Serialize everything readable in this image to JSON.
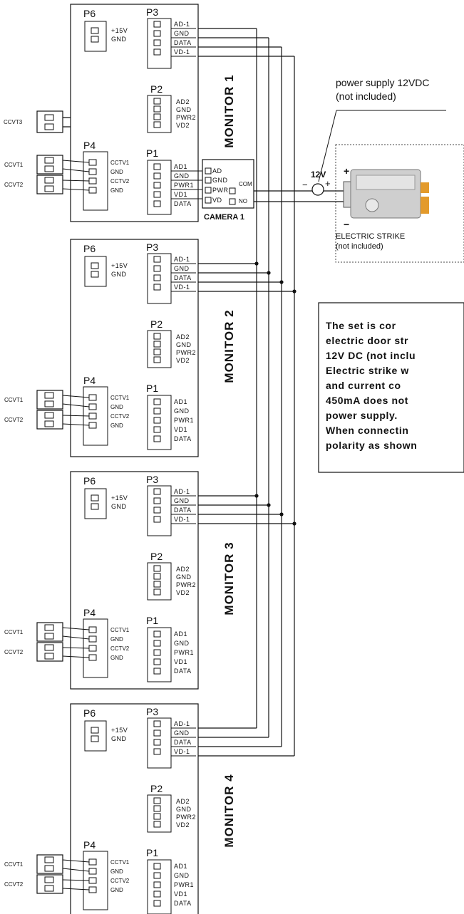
{
  "power_supply": {
    "line1": "power supply 12VDC",
    "line2": "(not included)",
    "voltage": "12V",
    "minus": "−",
    "plus": "+"
  },
  "strike": {
    "line1": "ELECTRIC STRIKE",
    "line2": "(not included)",
    "plus": "+",
    "minus": "−"
  },
  "camera": {
    "title": "CAMERA 1",
    "pins": [
      "AD",
      "GND",
      "PWR",
      "VD"
    ],
    "com": "COM",
    "no": "NO"
  },
  "note": {
    "lines": [
      "The set is cor",
      "electric door str",
      "12V DC (not inclu",
      "Electric strike w",
      "and current co",
      "450mA does not",
      "power supply.",
      "When connectin",
      "polarity as shown"
    ]
  },
  "monitors": [
    {
      "title": "MONITOR 1",
      "p6": "P6",
      "p6_pins": [
        "+15V",
        "GND"
      ],
      "p3": "P3",
      "p3_pins": [
        "AD-1",
        "GND",
        "DATA",
        "VD-1"
      ],
      "p2": "P2",
      "p2_pins": [
        "AD2",
        "GND",
        "PWR2",
        "VD2"
      ],
      "p1": "P1",
      "p1_pins": [
        "AD1",
        "GND",
        "PWR1",
        "VD1",
        "DATA"
      ],
      "p4": "P4",
      "p4_pins": [
        "CCTV1",
        "GND",
        "CCTV2",
        "GND"
      ]
    },
    {
      "title": "MONITOR 2",
      "p6": "P6",
      "p6_pins": [
        "+15V",
        "GND"
      ],
      "p3": "P3",
      "p3_pins": [
        "AD-1",
        "GND",
        "DATA",
        "VD-1"
      ],
      "p2": "P2",
      "p2_pins": [
        "AD2",
        "GND",
        "PWR2",
        "VD2"
      ],
      "p1": "P1",
      "p1_pins": [
        "AD1",
        "GND",
        "PWR1",
        "VD1",
        "DATA"
      ],
      "p4": "P4",
      "p4_pins": [
        "CCTV1",
        "GND",
        "CCTV2",
        "GND"
      ]
    },
    {
      "title": "MONITOR 3",
      "p6": "P6",
      "p6_pins": [
        "+15V",
        "GND"
      ],
      "p3": "P3",
      "p3_pins": [
        "AD-1",
        "GND",
        "DATA",
        "VD-1"
      ],
      "p2": "P2",
      "p2_pins": [
        "AD2",
        "GND",
        "PWR2",
        "VD2"
      ],
      "p1": "P1",
      "p1_pins": [
        "AD1",
        "GND",
        "PWR1",
        "VD1",
        "DATA"
      ],
      "p4": "P4",
      "p4_pins": [
        "CCTV1",
        "GND",
        "CCTV2",
        "GND"
      ]
    },
    {
      "title": "MONITOR 4",
      "p6": "P6",
      "p6_pins": [
        "+15V",
        "GND"
      ],
      "p3": "P3",
      "p3_pins": [
        "AD-1",
        "GND",
        "DATA",
        "VD-1"
      ],
      "p2": "P2",
      "p2_pins": [
        "AD2",
        "GND",
        "PWR2",
        "VD2"
      ],
      "p1": "P1",
      "p1_pins": [
        "AD1",
        "GND",
        "PWR1",
        "VD1",
        "DATA"
      ],
      "p4": "P4",
      "p4_pins": [
        "CCTV1",
        "GND",
        "CCTV2",
        "GND"
      ]
    }
  ],
  "ccvt_labels": {
    "m1_a": "CCVT1",
    "m1_b": "CCVT2",
    "m1_c": "CCVT3",
    "m2_a": "CCVT1",
    "m2_b": "CCVT2",
    "m3_a": "CCVT1",
    "m3_b": "CCVT2",
    "m4_a": "CCVT1",
    "m4_b": "CCVT2"
  }
}
